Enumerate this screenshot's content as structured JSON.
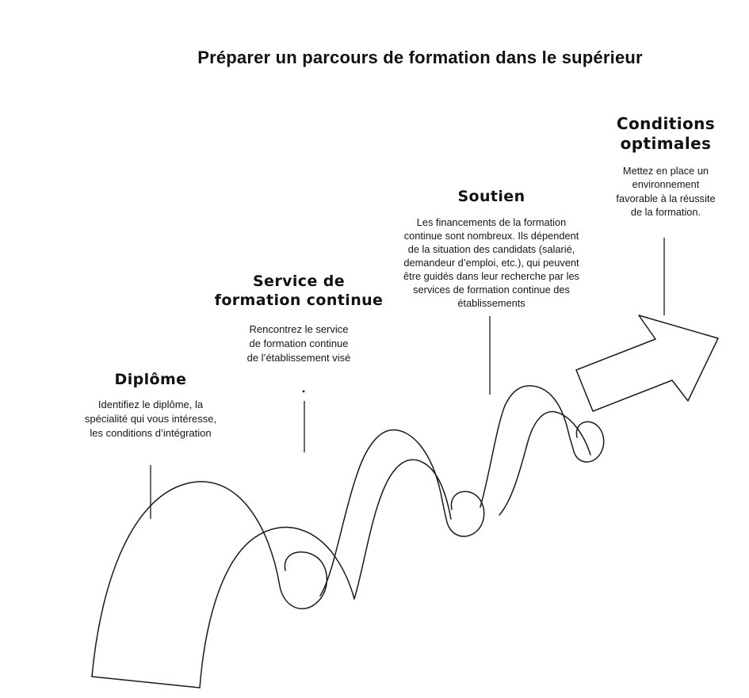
{
  "title": "Préparer un parcours de formation dans le supérieur",
  "steps": [
    {
      "id": "diplome",
      "heading": "Diplôme",
      "body": "Identifiez le diplôme, la\nspécialité qui vous intéresse,\nles conditions d’intégration"
    },
    {
      "id": "service-formation-continue",
      "heading": "Service de\nformation continue",
      "body": "Rencontrez le service\nde formation continue\nde l’établissement visé"
    },
    {
      "id": "soutien",
      "heading": "Soutien",
      "body": "Les financements de la formation\ncontinue sont nombreux. Ils dépendent\nde la situation des candidats (salarié,\ndemandeur d’emploi, etc.), qui peuvent\nêtre guidés dans leur recherche par les\nservices de formation continue des\nétablissements"
    },
    {
      "id": "conditions-optimales",
      "heading": "Conditions\noptimales",
      "body": "Mettez en place un\nenvironnement\nfavorable à la réussite\nde la formation."
    }
  ],
  "diagram": {
    "shape": "ascending-wave-ribbon-with-arrow",
    "ink_color": "#1a1a1a",
    "background_color": "#ffffff",
    "connector_count": "4"
  }
}
